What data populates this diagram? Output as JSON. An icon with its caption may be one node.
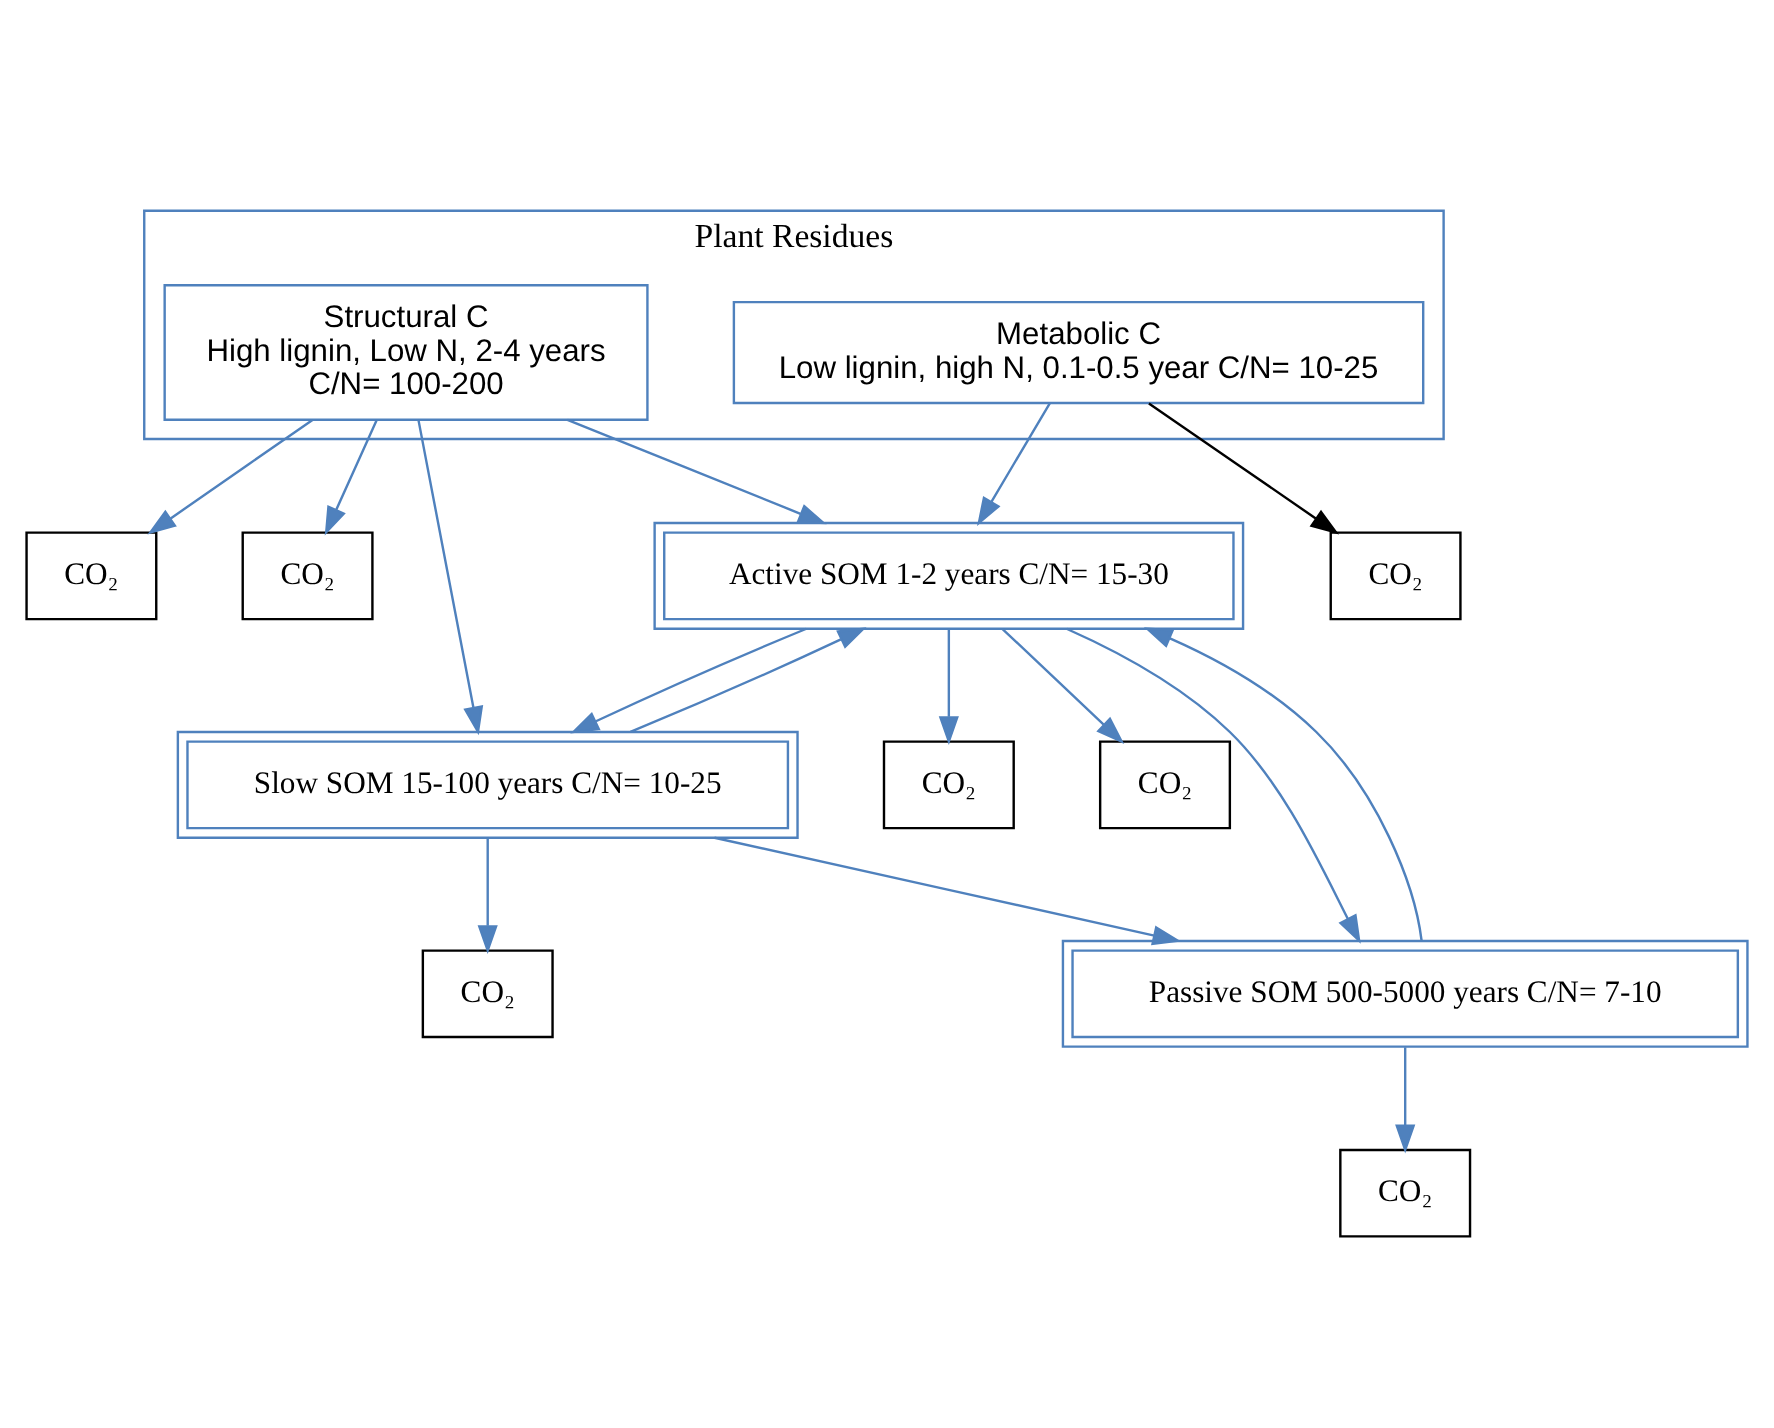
{
  "diagram": {
    "nodes": [
      {
        "text": [
          "Plant Residues"
        ]
      },
      {
        "text": [
          "Structural C",
          "High lignin, Low N, 2-4 years",
          "C/N= 100-200"
        ],
        "in": 0
      },
      {
        "text": [
          "Metabolic C",
          "Low lignin, high N, 0.1-0.5 year C/N= 10-25"
        ],
        "in": 0
      },
      {
        "text": [
          "Active SOM 1-2 years C/N= 15-30"
        ]
      },
      {
        "text": [
          "Slow SOM 15-100 years C/N= 10-25"
        ]
      },
      {
        "text": [
          "Passive SOM 500-5000 years C/N= 7-10"
        ]
      },
      {
        "text": [
          "CO₂"
        ]
      },
      {
        "text": [
          "CO₂"
        ]
      },
      {
        "text": [
          "CO₂"
        ]
      },
      {
        "text": [
          "CO₂"
        ]
      },
      {
        "text": [
          "CO₂"
        ]
      },
      {
        "text": [
          "CO₂"
        ]
      },
      {
        "text": [
          "CO₂"
        ]
      }
    ],
    "edges": [
      {
        "from": 1,
        "to": 3,
        "arrow": "to"
      },
      {
        "from": 1,
        "to": 6,
        "arrow": "to"
      },
      {
        "from": 1,
        "to": 4,
        "arrow": "to"
      },
      {
        "from": 1,
        "to": 7,
        "arrow": "to"
      },
      {
        "from": 2,
        "to": 3,
        "arrow": "to"
      },
      {
        "from": 2,
        "to": 8,
        "arrow": "to",
        "color": "#000000"
      },
      {
        "from": 3,
        "to": 4,
        "arrow": "to"
      },
      {
        "from": 3,
        "to": 10,
        "arrow": "to"
      },
      {
        "from": 4,
        "to": 3,
        "arrow": "to"
      },
      {
        "from": 4,
        "to": 9,
        "arrow": "to"
      },
      {
        "from": 3,
        "to": 5,
        "arrow": "to"
      },
      {
        "from": 3,
        "to": 11,
        "arrow": "to"
      },
      {
        "from": 4,
        "to": 5,
        "arrow": "to"
      },
      {
        "from": 5,
        "to": 3,
        "arrow": "to"
      },
      {
        "from": 5,
        "to": 12,
        "arrow": "to"
      }
    ]
  }
}
